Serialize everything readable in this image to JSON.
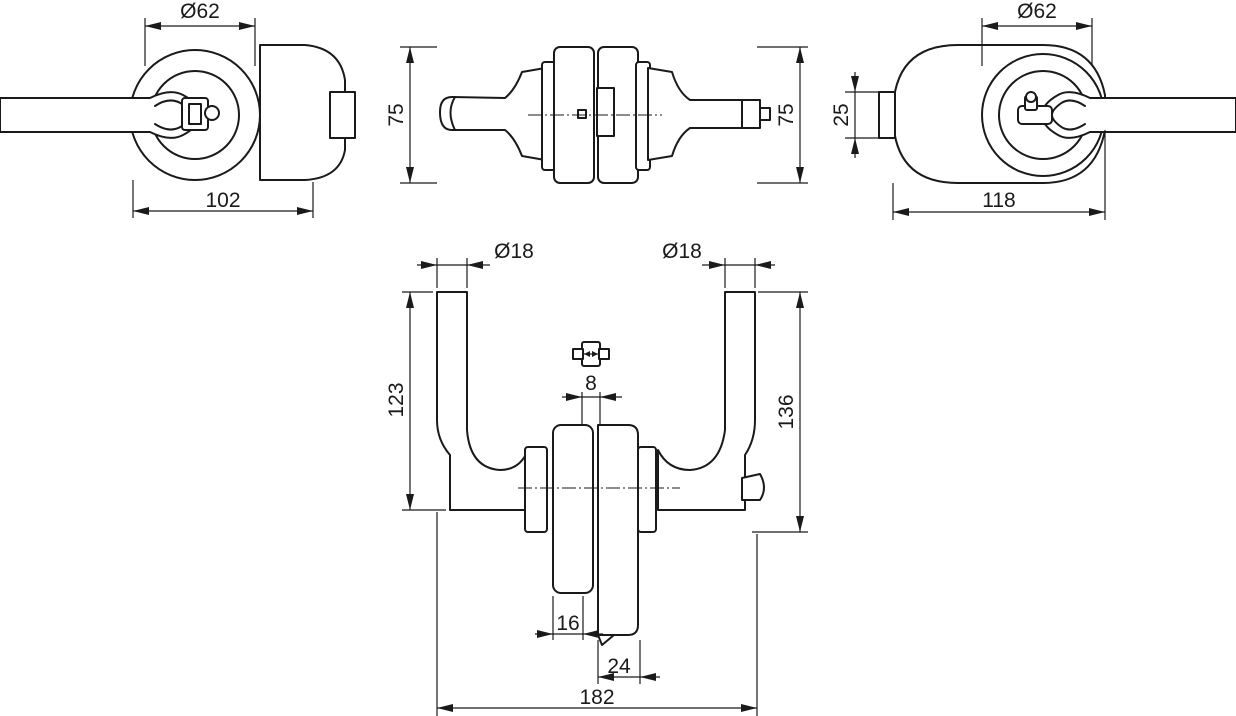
{
  "dimensions": {
    "front_left_diameter": "Ø62",
    "front_left_width": "102",
    "side_height_left": "75",
    "side_height_right": "75",
    "back_right_diameter": "Ø62",
    "back_right_width": "118",
    "back_right_height": "25",
    "top_left_diameter": "Ø18",
    "top_right_diameter": "Ø18",
    "left_lever_height": "123",
    "right_lever_height": "136",
    "spindle_size": "8",
    "rose_thickness": "16",
    "cylinder_length": "24",
    "overall_width": "182"
  }
}
